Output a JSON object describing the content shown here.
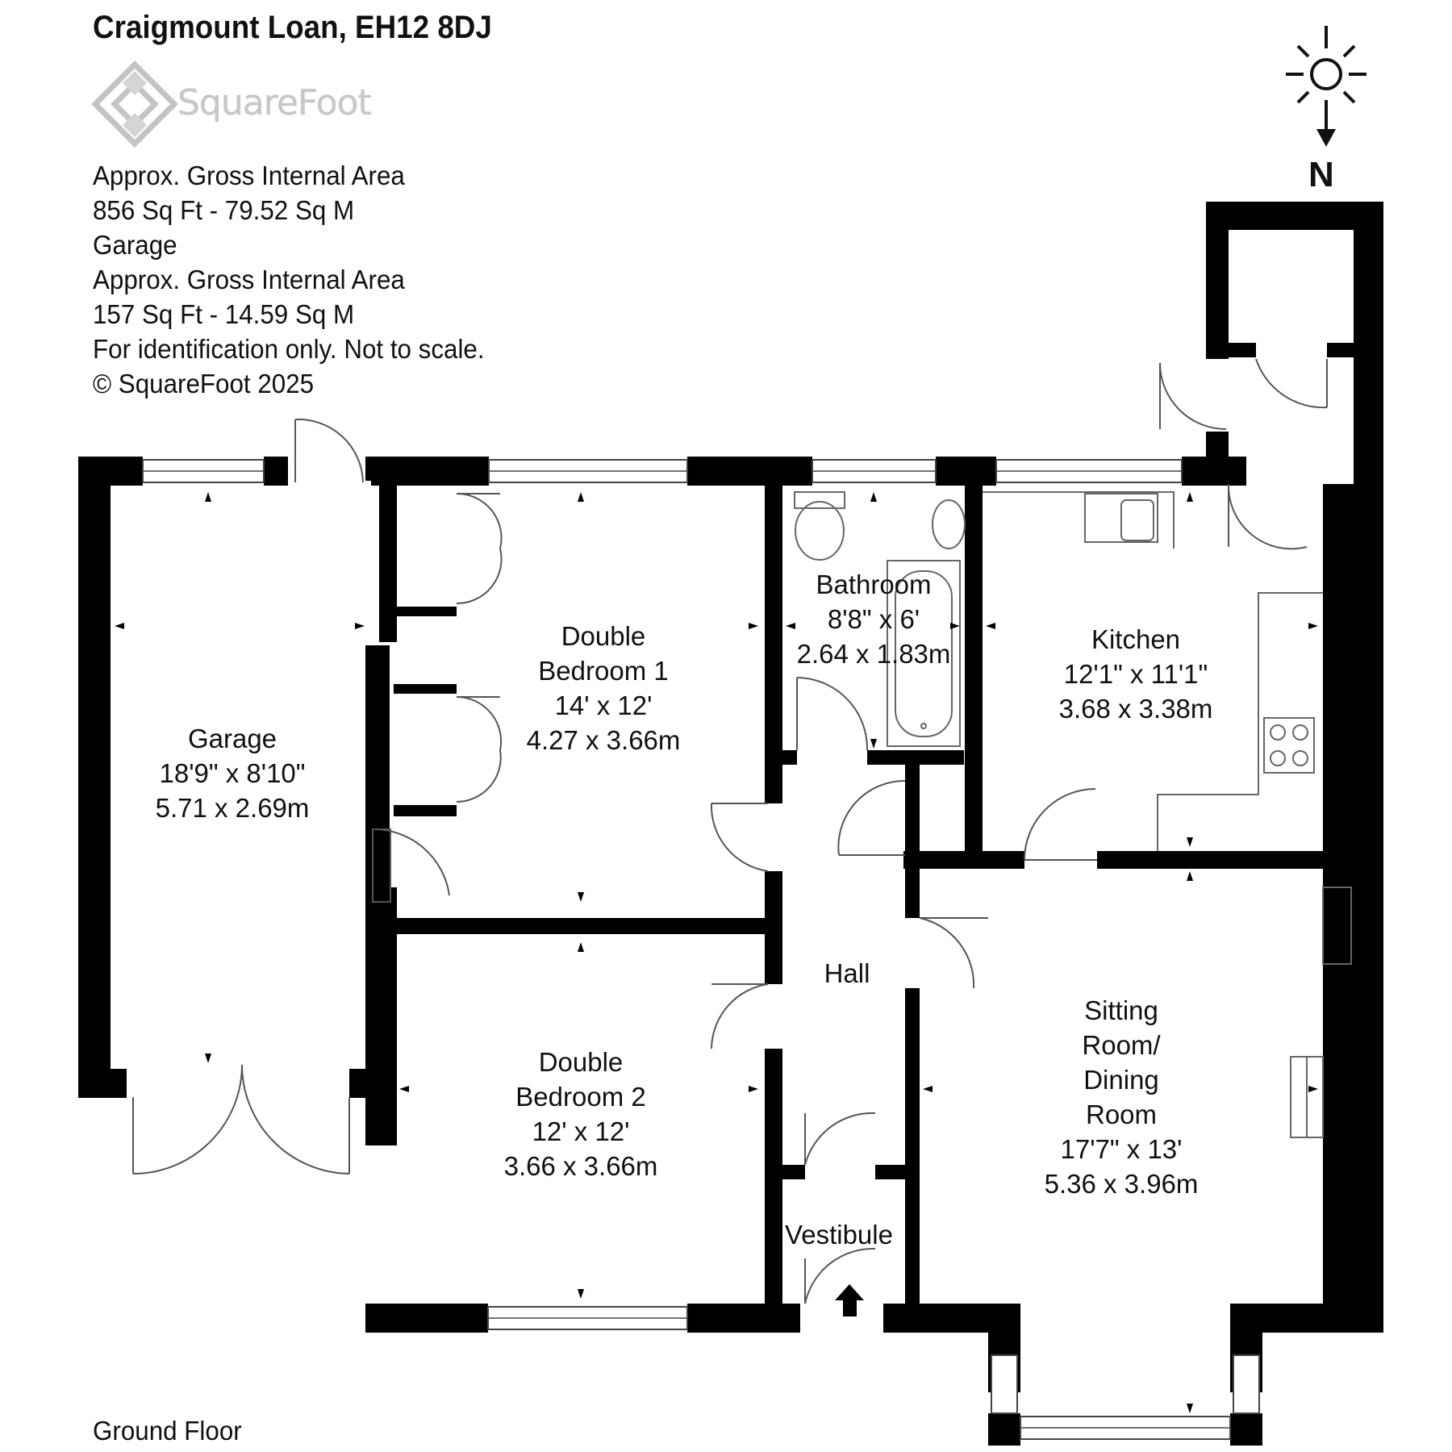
{
  "header": {
    "address": "Craigmount Loan, EH12 8DJ",
    "brand": "SquareFoot"
  },
  "info": {
    "line1": "Approx. Gross Internal Area",
    "line2": "856 Sq Ft  -  79.52 Sq M",
    "line3": "Garage",
    "line4": "Approx. Gross Internal Area",
    "line5": "157 Sq Ft  -  14.59 Sq M",
    "line6": "For identification only. Not to scale.",
    "line7": "© SquareFoot 2025"
  },
  "compass": {
    "label": "N"
  },
  "floor": {
    "label": "Ground Floor"
  },
  "rooms": {
    "garage": {
      "name": "Garage",
      "imperial": "18'9\" x 8'10\"",
      "metric": "5.71 x 2.69m"
    },
    "bedroom1": {
      "name1": "Double",
      "name2": "Bedroom 1",
      "imperial": "14' x 12'",
      "metric": "4.27 x 3.66m"
    },
    "bathroom": {
      "name": "Bathroom",
      "imperial": "8'8\" x 6'",
      "metric": "2.64 x 1.83m"
    },
    "kitchen": {
      "name": "Kitchen",
      "imperial": "12'1\" x 11'1\"",
      "metric": "3.68 x 3.38m"
    },
    "hall": {
      "name": "Hall"
    },
    "bedroom2": {
      "name1": "Double",
      "name2": "Bedroom 2",
      "imperial": "12' x 12'",
      "metric": "3.66 x 3.66m"
    },
    "sitting": {
      "name1": "Sitting",
      "name2": "Room/",
      "name3": "Dining",
      "name4": "Room",
      "imperial": "17'7\" x 13'",
      "metric": "5.36 x 3.96m"
    },
    "vestibule": {
      "name": "Vestibule"
    }
  }
}
